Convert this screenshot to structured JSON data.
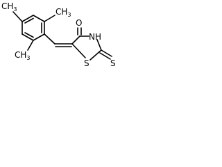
{
  "molecule": {
    "atom_labels": {
      "methyl_top": "CH",
      "methyl_top_sub": "3",
      "methyl_ortho_right": "CH",
      "methyl_ortho_right_sub": "3",
      "methyl_ortho_left": "CH",
      "methyl_ortho_left_sub": "3",
      "carbonyl_oxygen": "O",
      "ring_nitrogen": "NH",
      "ring_sulfur": "S",
      "thione_sulfur": "S"
    }
  }
}
